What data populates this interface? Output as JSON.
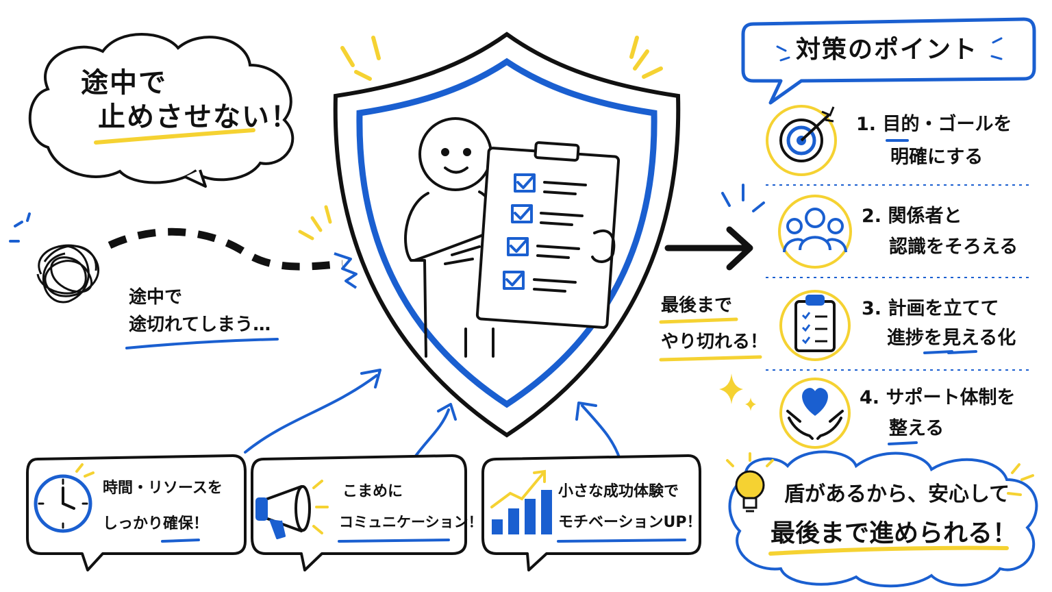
{
  "colors": {
    "blue": "#1a5fd0",
    "yellow": "#f5d232",
    "ink": "#111111"
  },
  "speech_bubble": {
    "line1": "途中で",
    "line2": "止めさせない！"
  },
  "left_problem": {
    "line1": "途中で",
    "line2": "途切れてしまう…"
  },
  "right_result": {
    "line1": "最後まで",
    "line2": "やり切れる！"
  },
  "points": {
    "title": "対策のポイント",
    "items": [
      {
        "num": "1.",
        "line1": "目的・ゴールを",
        "line2": "明確にする",
        "icon": "target-icon"
      },
      {
        "num": "2.",
        "line1": "関係者と",
        "line2": "認識をそろえる",
        "icon": "people-icon"
      },
      {
        "num": "3.",
        "line1": "計画を立てて",
        "line2": "進捗を見える化",
        "icon": "clipboard-icon"
      },
      {
        "num": "4.",
        "line1": "サポート体制を",
        "line2": "整える",
        "icon": "heart-hands-icon"
      }
    ]
  },
  "supports": [
    {
      "line1": "時間・リソースを",
      "line2": "しっかり確保！",
      "icon": "clock-icon"
    },
    {
      "line1": "こまめに",
      "line2": "コミュニケーション！",
      "icon": "megaphone-icon"
    },
    {
      "line1": "小さな成功体験で",
      "line2": "モチベーションUP！",
      "icon": "bar-chart-icon"
    }
  ],
  "conclusion": {
    "line1": "盾があるから、安心して",
    "line2": "最後まで進められる！",
    "icon": "lightbulb-icon"
  }
}
